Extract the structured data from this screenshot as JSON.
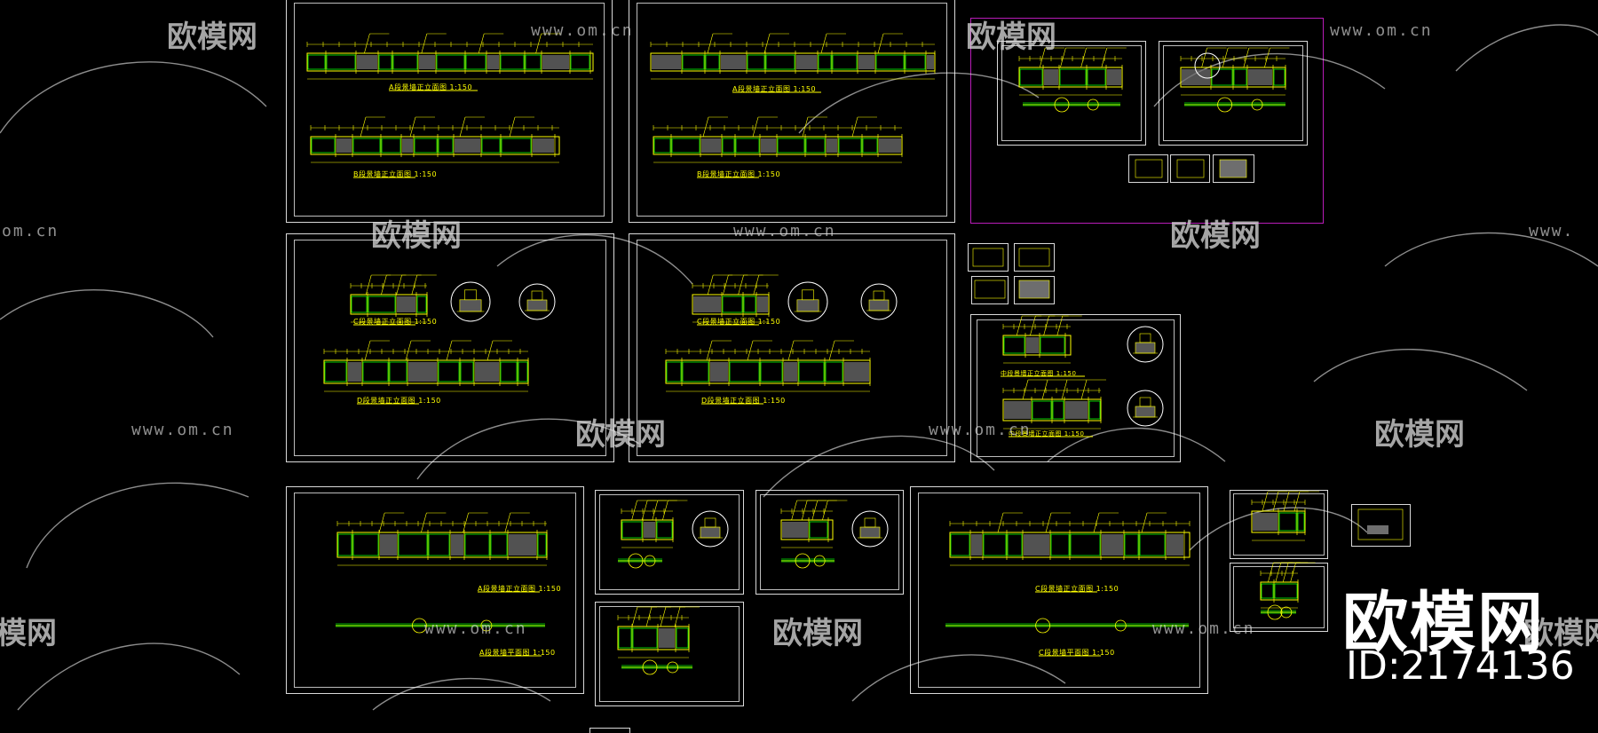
{
  "watermark": {
    "logo_text": "欧模网",
    "url_text": "www.om.cn",
    "url_fragment": "om.cn",
    "url_partial": "www.",
    "logo_partial": "模网"
  },
  "brand": {
    "name": "欧模网",
    "id_label": "ID:2174136"
  },
  "colors": {
    "background": "#000000",
    "sheet_border": "#d9d9d9",
    "selection": "#b81cb8",
    "cad_yellow": "#ffff00",
    "cad_green": "#00ff00",
    "cad_gray": "#6e6e6e"
  },
  "drawing_titles": {
    "s1_top": "A段景墙正立面图 1:150",
    "s1_bottom": "B段景墙正立面图 1:150",
    "s2_top": "A段景墙正立面图 1:150",
    "s2_bottom": "B段景墙正立面图 1:150",
    "s4_top": "C段景墙正立面图 1:150",
    "s4_bottom": "D段景墙正立面图 1:150",
    "s5_top": "C段景墙正立面图 1:150",
    "s5_bottom": "D段景墙正立面图 1:150",
    "s6_top": "中段景墙正立面图 1:150",
    "s6_bottom": "中段景墙正立面图 1:150",
    "s7_top": "A段景墙正立面图 1:150",
    "s7_bottom": "A段景墙平面图 1:150",
    "s8_top": "C段景墙正立面图 1:150",
    "s8_bottom": "C段景墙平面图 1:150"
  }
}
